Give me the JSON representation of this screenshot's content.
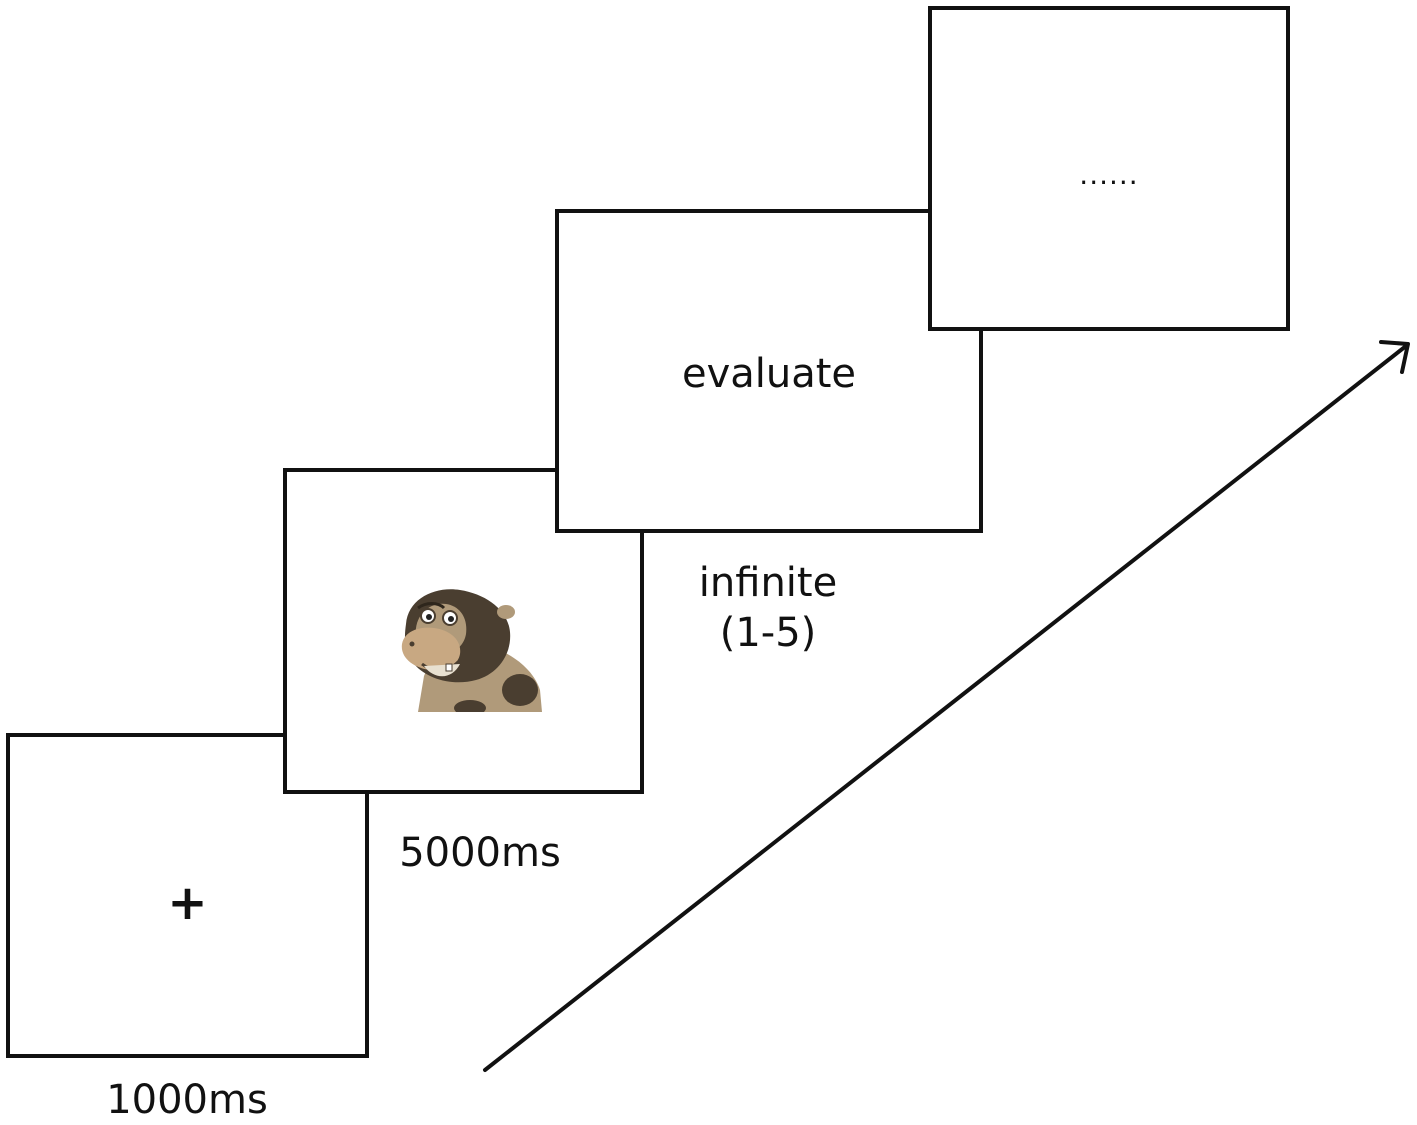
{
  "frames": [
    {
      "content": "+",
      "timing": "1000ms"
    },
    {
      "content_icon": "cartoon-animal-image",
      "timing": "5000ms"
    },
    {
      "content": "evaluate",
      "timing_lines": [
        "infinite",
        "(1-5)"
      ]
    },
    {
      "content": "......"
    }
  ],
  "colors": {
    "stroke": "#111111",
    "background": "#ffffff",
    "animal_dark": "#4a3e30",
    "animal_light": "#b09a7a",
    "animal_snout": "#c8a882"
  }
}
